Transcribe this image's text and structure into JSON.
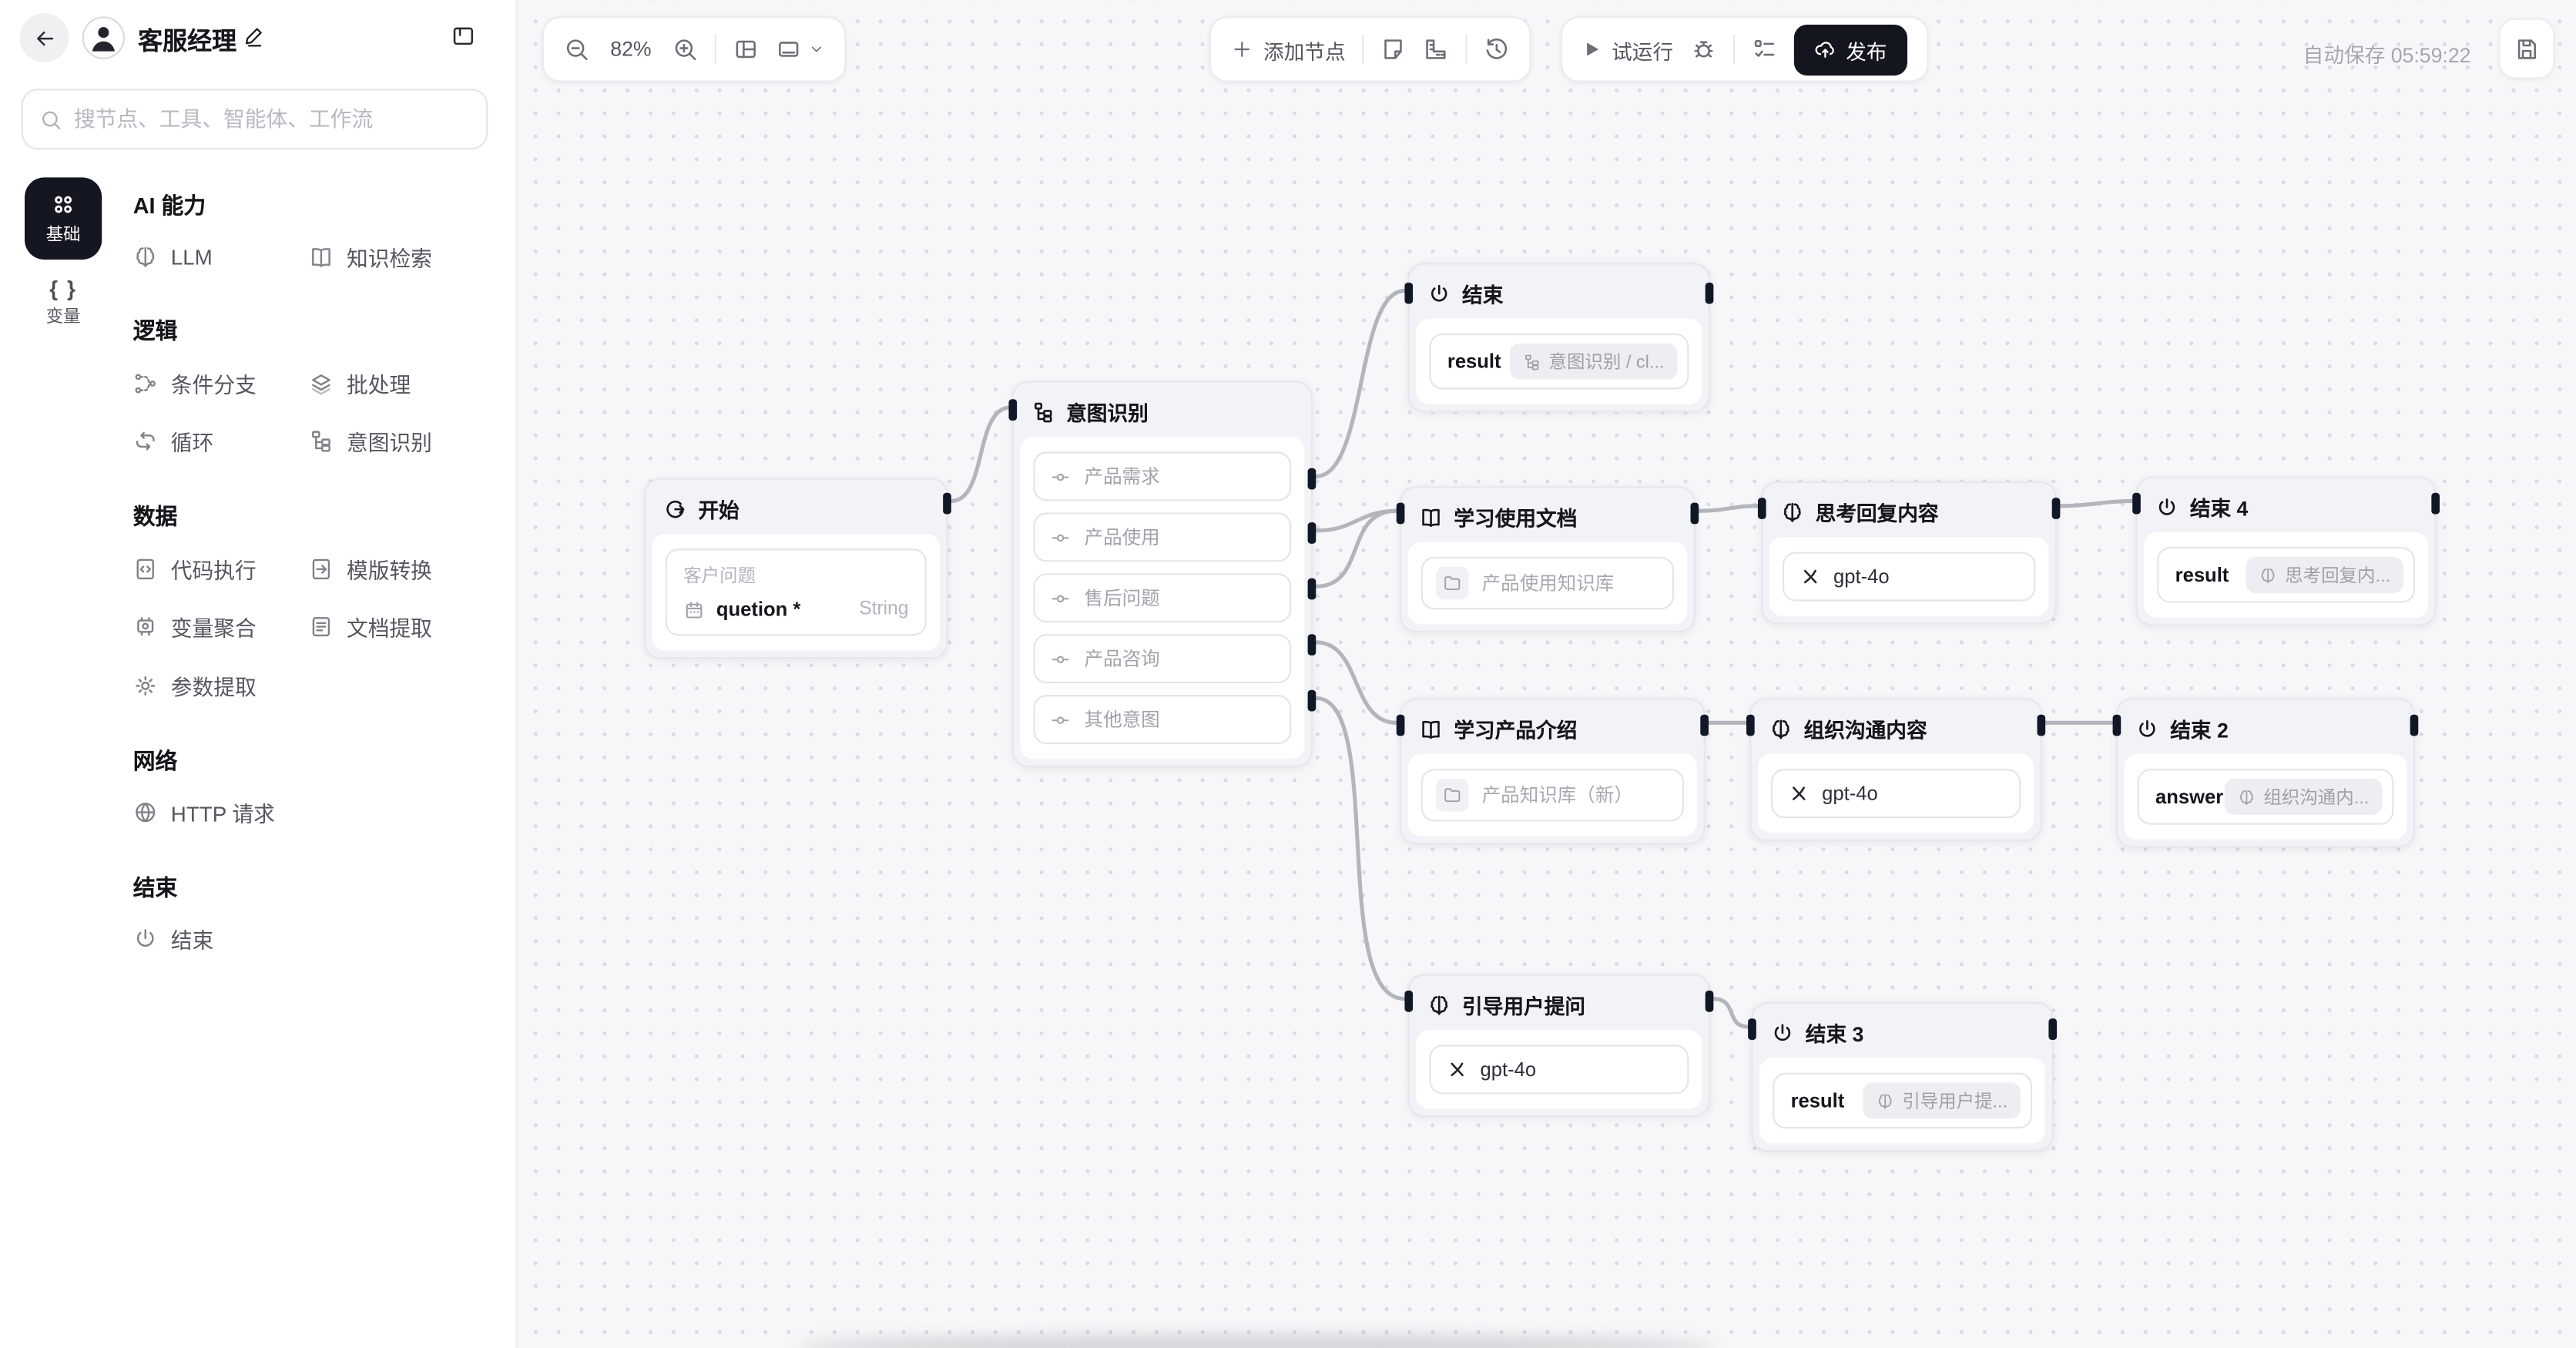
{
  "header": {
    "title": "客服经理"
  },
  "sidebar": {
    "search_placeholder": "搜节点、工具、智能体、工作流",
    "rail": [
      {
        "label": "基础"
      },
      {
        "label": "变量",
        "glyph": "{ }"
      }
    ],
    "sections": [
      {
        "title": "AI 能力",
        "items": [
          {
            "label": "LLM"
          },
          {
            "label": "知识检索"
          }
        ]
      },
      {
        "title": "逻辑",
        "items": [
          {
            "label": "条件分支"
          },
          {
            "label": "批处理"
          },
          {
            "label": "循环"
          },
          {
            "label": "意图识别"
          }
        ]
      },
      {
        "title": "数据",
        "items": [
          {
            "label": "代码执行"
          },
          {
            "label": "模版转换"
          },
          {
            "label": "变量聚合"
          },
          {
            "label": "文档提取"
          },
          {
            "label": "参数提取"
          }
        ]
      },
      {
        "title": "网络",
        "items": [
          {
            "label": "HTTP 请求"
          }
        ]
      },
      {
        "title": "结束",
        "items": [
          {
            "label": "结束"
          }
        ]
      }
    ]
  },
  "canvas_toolbar": {
    "zoom_level": "82%"
  },
  "top_toolbar": {
    "add_node": "添加节点",
    "test_run": "试运行",
    "publish": "发布",
    "autosave": "自动保存 05:59:22"
  },
  "nodes": {
    "start": {
      "title": "开始",
      "field_label": "客户问题",
      "field_name": "quetion *",
      "field_type": "String"
    },
    "intent": {
      "title": "意图识别",
      "options": [
        {
          "label": "产品需求"
        },
        {
          "label": "产品使用"
        },
        {
          "label": "售后问题"
        },
        {
          "label": "产品咨询"
        },
        {
          "label": "其他意图"
        }
      ]
    },
    "end1": {
      "title": "结束",
      "output_name": "result",
      "source_ref": "意图识别 / cl..."
    },
    "learn_docs": {
      "title": "学习使用文档",
      "knowledge": "产品使用知识库"
    },
    "think_reply": {
      "title": "思考回复内容",
      "model": "gpt-4o"
    },
    "end4": {
      "title": "结束 4",
      "output_name": "result",
      "source_ref": "思考回复内..."
    },
    "learn_product": {
      "title": "学习产品介绍",
      "knowledge": "产品知识库（新）"
    },
    "organize": {
      "title": "组织沟通内容",
      "model": "gpt-4o"
    },
    "end2": {
      "title": "结束 2",
      "output_name": "answer",
      "source_ref": "组织沟通内..."
    },
    "guide": {
      "title": "引导用户提问",
      "model": "gpt-4o"
    },
    "end3": {
      "title": "结束 3",
      "output_name": "result",
      "source_ref": "引导用户提..."
    }
  }
}
